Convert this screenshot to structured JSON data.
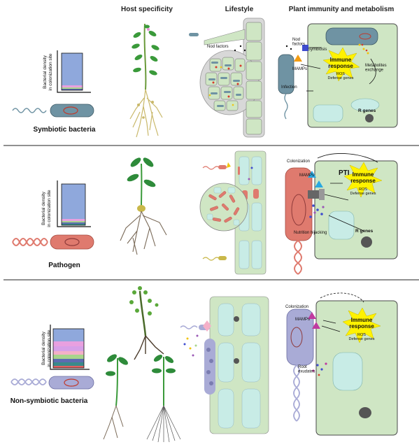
{
  "headers": {
    "host_specificity": "Host specificity",
    "lifestyle": "Lifestyle",
    "plant_immunity": "Plant immunity and metabolism"
  },
  "rows": [
    {
      "label": "Symbiotic bacteria",
      "y_axis_line1": "Bacterial density",
      "y_axis_line2": "in colonization site",
      "bar_segments": [
        "#8fa8dc",
        "#e8a0e0",
        "#a8d48c",
        "#5b6bb0"
      ],
      "texts": {
        "nod_factors_lifestyle": "Nod factors",
        "nod_factors": "Nod\nfactors",
        "symbiosis": "Symbiosis",
        "mamps": "MAMPs",
        "infection": "Infection",
        "metabolites": "Metabolites\nexchange",
        "immune": "Immune\nresponse",
        "ros": "ROS\nDefense genes",
        "r_genes": "R genes"
      }
    },
    {
      "label": "Pathogen",
      "y_axis_line1": "Bacterial density",
      "y_axis_line2": "in colonization site",
      "bar_segments": [
        "#8fa8dc",
        "#e8a0e0",
        "#a8d48c",
        "#5b6bb0",
        "#3a8a8a"
      ],
      "texts": {
        "colonization": "Colonization",
        "mamps": "MAMPs",
        "pti": "PTI",
        "immune": "Immune\nresponse",
        "ros": "ROS\nDefense genes",
        "nutrition": "Nutrition hijacking",
        "r_genes": "R genes"
      }
    },
    {
      "label": "Non-symbiotic bacteria",
      "y_axis_line1": "Bacterial density",
      "y_axis_line2": "in colonization site",
      "bar_segments": [
        "#8fa8dc",
        "#e8a0e0",
        "#d7a0e8",
        "#f4b0c8",
        "#a8d48c",
        "#5b6bb0",
        "#3a8a8a",
        "#e06060"
      ],
      "texts": {
        "colonization": "Colonization",
        "mamps": "MAMPs",
        "immune": "Immune\nresponse",
        "ros": "ROS\nDefense genes",
        "root_exudates": "Root\nexudates"
      }
    }
  ],
  "colors": {
    "cell_green": "#cfe6c4",
    "cell_border": "#4a4a4a",
    "vacuole": "#c8ece6",
    "symbiont": "#6f93a3",
    "pathogen": "#df7a6e",
    "nonsymbiont": "#a9abd6",
    "immune_burst": "#fff200",
    "bar_blue": "#8fa8dc"
  }
}
